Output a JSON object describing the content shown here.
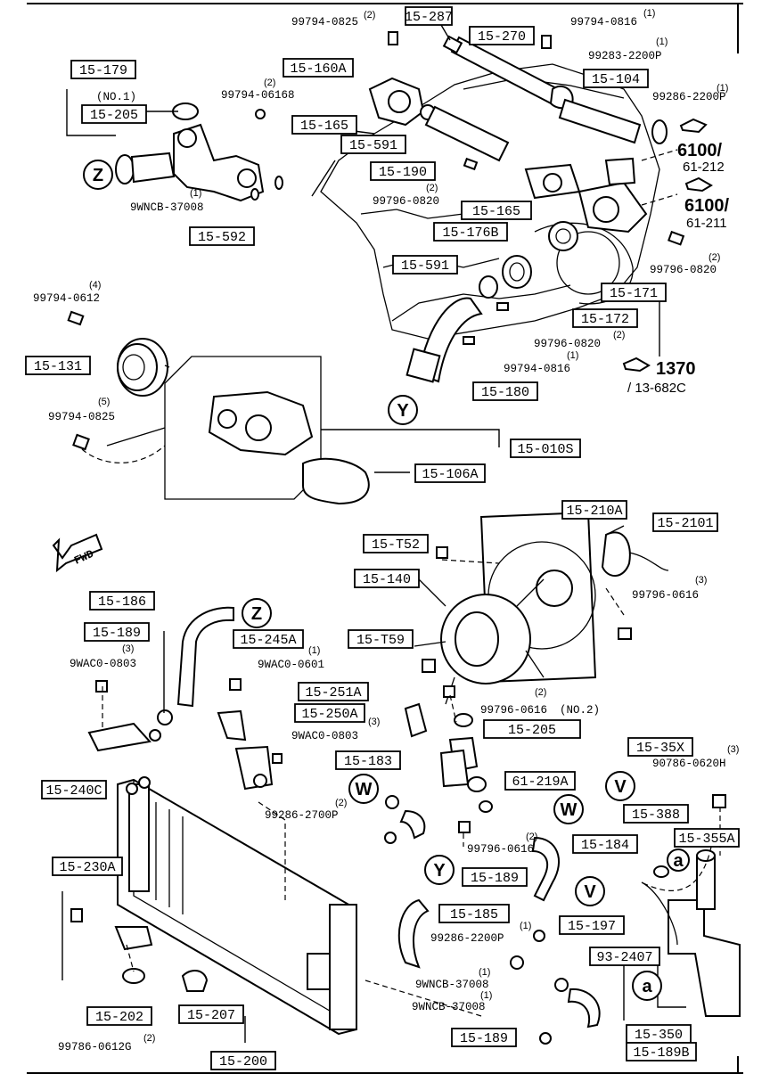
{
  "parts": [
    {
      "id": "p1",
      "label": "15-287"
    },
    {
      "id": "p2",
      "label": "15-270"
    },
    {
      "id": "p3",
      "label": "15-179"
    },
    {
      "id": "p4",
      "label": "15-160A"
    },
    {
      "id": "p5",
      "label": "15-104"
    },
    {
      "id": "p6",
      "label": "15-205"
    },
    {
      "id": "p7",
      "label": "15-165"
    },
    {
      "id": "p8",
      "label": "15-591"
    },
    {
      "id": "p9",
      "label": "15-190"
    },
    {
      "id": "p10",
      "label": "15-165"
    },
    {
      "id": "p11",
      "label": "15-592"
    },
    {
      "id": "p12",
      "label": "15-176B"
    },
    {
      "id": "p13",
      "label": "15-591"
    },
    {
      "id": "p14",
      "label": "15-171"
    },
    {
      "id": "p15",
      "label": "15-172"
    },
    {
      "id": "p16",
      "label": "15-131"
    },
    {
      "id": "p17",
      "label": "15-180"
    },
    {
      "id": "p18",
      "label": "15-010S"
    },
    {
      "id": "p19",
      "label": "15-106A"
    },
    {
      "id": "p20",
      "label": "15-210A"
    },
    {
      "id": "p21",
      "label": "15-2101"
    },
    {
      "id": "p22",
      "label": "15-T52"
    },
    {
      "id": "p23",
      "label": "15-140"
    },
    {
      "id": "p24",
      "label": "15-186"
    },
    {
      "id": "p25",
      "label": "15-189"
    },
    {
      "id": "p26",
      "label": "15-245A"
    },
    {
      "id": "p27",
      "label": "15-T59"
    },
    {
      "id": "p28",
      "label": "15-251A"
    },
    {
      "id": "p29",
      "label": "15-250A"
    },
    {
      "id": "p30",
      "label": "15-205"
    },
    {
      "id": "p31",
      "label": "15-35X"
    },
    {
      "id": "p32",
      "label": "15-183"
    },
    {
      "id": "p33",
      "label": "15-240C"
    },
    {
      "id": "p34",
      "label": "61-219A"
    },
    {
      "id": "p35",
      "label": "15-388"
    },
    {
      "id": "p36",
      "label": "15-355A"
    },
    {
      "id": "p37",
      "label": "15-184"
    },
    {
      "id": "p38",
      "label": "15-230A"
    },
    {
      "id": "p39",
      "label": "15-189"
    },
    {
      "id": "p40",
      "label": "15-185"
    },
    {
      "id": "p41",
      "label": "15-197"
    },
    {
      "id": "p42",
      "label": "93-2407"
    },
    {
      "id": "p43",
      "label": "15-202"
    },
    {
      "id": "p44",
      "label": "15-207"
    },
    {
      "id": "p45",
      "label": "15-350"
    },
    {
      "id": "p46",
      "label": "15-189"
    },
    {
      "id": "p47",
      "label": "15-189B"
    },
    {
      "id": "p48",
      "label": "15-200"
    }
  ],
  "codes": [
    {
      "id": "c1",
      "label": "99794-0825"
    },
    {
      "id": "c2",
      "label": "99794-0816"
    },
    {
      "id": "c3",
      "label": "99283-2200P"
    },
    {
      "id": "c4",
      "label": "99794-06168"
    },
    {
      "id": "c5",
      "label": "99286-2200P"
    },
    {
      "id": "c6",
      "label": "9WNCB-37008"
    },
    {
      "id": "c7",
      "label": "99796-0820"
    },
    {
      "id": "c8",
      "label": "99796-0820"
    },
    {
      "id": "c9",
      "label": "99794-0612"
    },
    {
      "id": "c10",
      "label": "99796-0820"
    },
    {
      "id": "c11",
      "label": "99794-0816"
    },
    {
      "id": "c12",
      "label": "99794-0825"
    },
    {
      "id": "c13",
      "label": "99796-0616"
    },
    {
      "id": "c14",
      "label": "9WAC0-0803"
    },
    {
      "id": "c15",
      "label": "9WAC0-0601"
    },
    {
      "id": "c16",
      "label": "99796-0616"
    },
    {
      "id": "c17",
      "label": "9WAC0-0803"
    },
    {
      "id": "c18",
      "label": "90786-0620H"
    },
    {
      "id": "c19",
      "label": "99286-2700P"
    },
    {
      "id": "c20",
      "label": "99796-0616"
    },
    {
      "id": "c21",
      "label": "99286-2200P"
    },
    {
      "id": "c22",
      "label": "9WNCB-37008"
    },
    {
      "id": "c23",
      "label": "9WNCB-37008"
    },
    {
      "id": "c24",
      "label": "99786-0612G"
    }
  ],
  "qty": [
    {
      "id": "q1",
      "label": "(2)"
    },
    {
      "id": "q2",
      "label": "(1)"
    },
    {
      "id": "q3",
      "label": "(1)"
    },
    {
      "id": "q4",
      "label": "(2)"
    },
    {
      "id": "q5",
      "label": "(1)"
    },
    {
      "id": "q6",
      "label": "(1)"
    },
    {
      "id": "q7",
      "label": "(2)"
    },
    {
      "id": "q8",
      "label": "(2)"
    },
    {
      "id": "q9",
      "label": "(4)"
    },
    {
      "id": "q10",
      "label": "(2)"
    },
    {
      "id": "q11",
      "label": "(1)"
    },
    {
      "id": "q12",
      "label": "(5)"
    },
    {
      "id": "q13",
      "label": "(3)"
    },
    {
      "id": "q14",
      "label": "(3)"
    },
    {
      "id": "q15",
      "label": "(1)"
    },
    {
      "id": "q16",
      "label": "(2)"
    },
    {
      "id": "q17",
      "label": "(3)"
    },
    {
      "id": "q18",
      "label": "(3)"
    },
    {
      "id": "q19",
      "label": "(2)"
    },
    {
      "id": "q20",
      "label": "(2)"
    },
    {
      "id": "q21",
      "label": "(1)"
    },
    {
      "id": "q22",
      "label": "(1)"
    },
    {
      "id": "q23",
      "label": "(1)"
    },
    {
      "id": "q24",
      "label": "(2)"
    }
  ],
  "notes": {
    "no1": "(NO.1)",
    "no2": "(NO.2)",
    "fwd": "FWD"
  },
  "refs": [
    {
      "id": "r1",
      "big": "6100/",
      "small": "61-212"
    },
    {
      "id": "r2",
      "big": "6100/",
      "small": "61-211"
    },
    {
      "id": "r3",
      "big": "1370",
      "small": "/ 13-682C"
    }
  ],
  "markers": [
    {
      "id": "m1",
      "letter": "Z"
    },
    {
      "id": "m2",
      "letter": "Y"
    },
    {
      "id": "m3",
      "letter": "Z"
    },
    {
      "id": "m4",
      "letter": "V"
    },
    {
      "id": "m5",
      "letter": "W"
    },
    {
      "id": "m6",
      "letter": "W"
    },
    {
      "id": "m7",
      "letter": "Y"
    },
    {
      "id": "m8",
      "letter": "V"
    },
    {
      "id": "m9",
      "letter": "a"
    },
    {
      "id": "m10",
      "letter": "a"
    }
  ]
}
